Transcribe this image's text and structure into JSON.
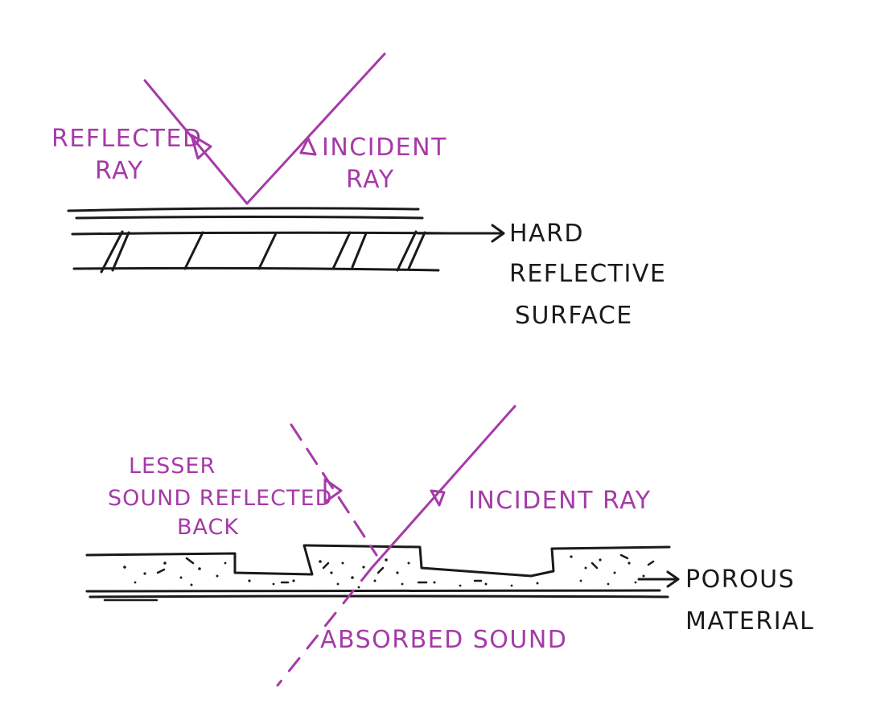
{
  "colors": {
    "ink": "#1a1a1a",
    "magenta": "#a63aa8"
  },
  "top": {
    "reflected_label": [
      "REFLECTED",
      "RAY"
    ],
    "incident_label": [
      "INCIDENT",
      "RAY"
    ],
    "surface_label": [
      "HARD",
      "REFLECTIVE",
      "SURFACE"
    ]
  },
  "bottom": {
    "lesser_label": [
      "LESSER",
      "SOUND REFLECTED",
      "BACK"
    ],
    "incident_label": "INCIDENT RAY",
    "absorbed_label": "ABSORBED SOUND",
    "material_label": [
      "POROUS",
      "MATERIAL"
    ]
  }
}
